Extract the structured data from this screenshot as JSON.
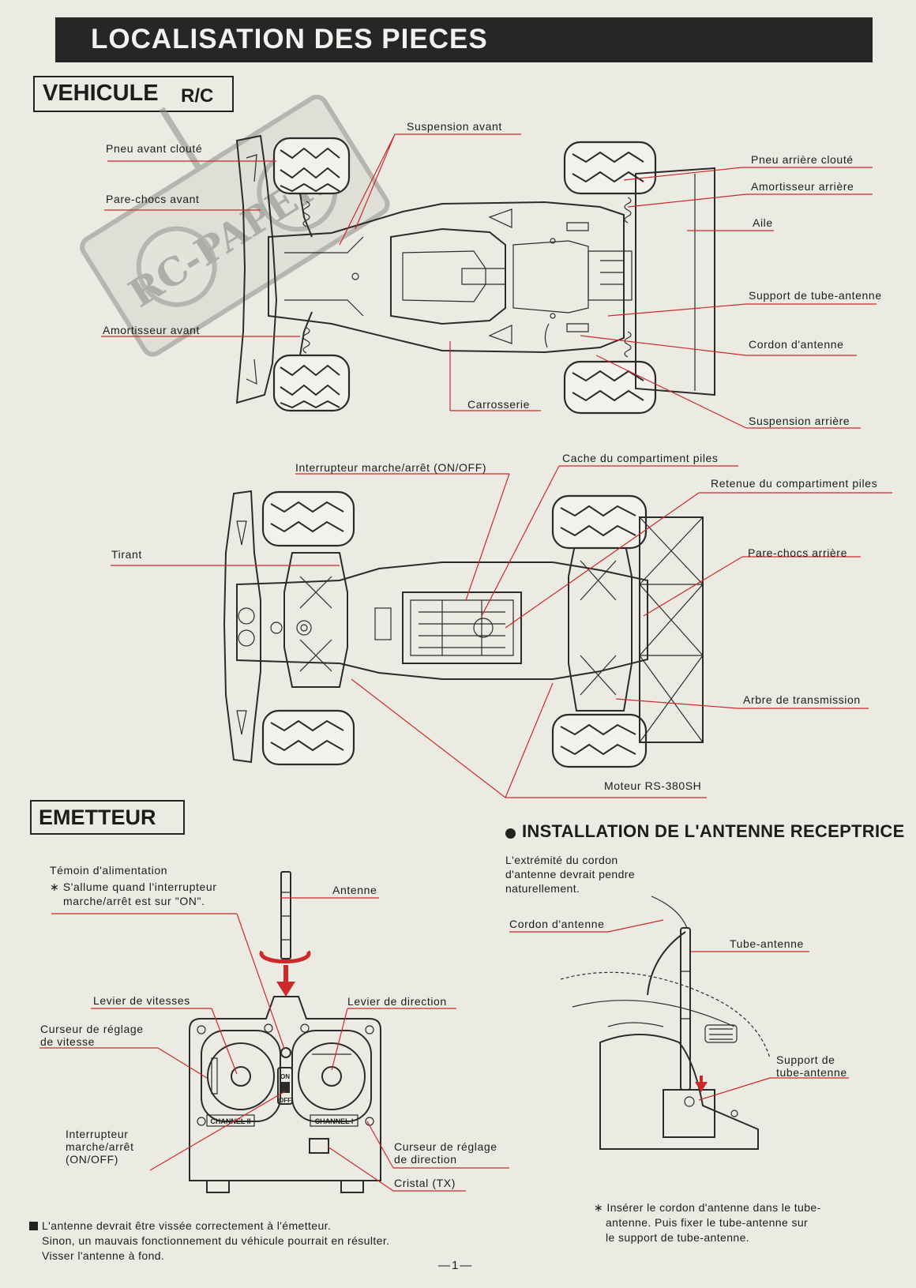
{
  "header": {
    "title": "LOCALISATION DES PIECES"
  },
  "vehicle": {
    "heading_main": "VEHICULE",
    "heading_rc": "R/C",
    "top_labels": {
      "pneu_avant": "Pneu avant clouté",
      "pare_chocs_avant": "Pare-chocs avant",
      "amortisseur_avant": "Amortisseur avant",
      "suspension_avant": "Suspension avant",
      "pneu_arriere": "Pneu arrière clouté",
      "amortisseur_arriere": "Amortisseur arrière",
      "aile": "Aile",
      "support_tube": "Support de tube-antenne",
      "cordon_antenne": "Cordon d'antenne",
      "carrosserie": "Carrosserie",
      "suspension_arriere": "Suspension arrière"
    },
    "bottom_labels": {
      "interrupteur": "Interrupteur marche/arrêt (ON/OFF)",
      "cache_piles": "Cache du compartiment piles",
      "retenue_piles": "Retenue du compartiment piles",
      "tirant": "Tirant",
      "pare_chocs_arriere": "Pare-chocs arrière",
      "arbre_transmission": "Arbre de transmission",
      "moteur": "Moteur RS-380SH"
    }
  },
  "emetteur": {
    "heading": "EMETTEUR",
    "temoin_title": "Témoin d'alimentation",
    "temoin_note_1": "∗ S'allume quand l'interrupteur",
    "temoin_note_2": "marche/arrêt est sur \"ON\".",
    "antenne": "Antenne",
    "levier_vitesses": "Levier de vitesses",
    "levier_direction": "Levier de direction",
    "curseur_vitesse_1": "Curseur de réglage",
    "curseur_vitesse_2": "de vitesse",
    "interrupteur_1": "Interrupteur",
    "interrupteur_2": "marche/arrêt",
    "interrupteur_3": "(ON/OFF)",
    "curseur_direction_1": "Curseur de réglage",
    "curseur_direction_2": "de direction",
    "cristal": "Cristal (TX)",
    "channel_left": "CHANNEL II",
    "channel_right": "CHANNEL I",
    "switch_on": "ON",
    "switch_off": "OFF",
    "note_1": "L'antenne devrait être vissée correctement à l'émetteur.",
    "note_2": "Sinon, un mauvais fonctionnement du véhicule pourrait en résulter.",
    "note_3": "Visser l'antenne à fond."
  },
  "installation": {
    "heading": "INSTALLATION DE L'ANTENNE RECEPTRICE",
    "intro_1": "L'extrémité du cordon",
    "intro_2": "d'antenne devrait pendre",
    "intro_3": "naturellement.",
    "cordon": "Cordon d'antenne",
    "tube": "Tube-antenne",
    "support_1": "Support de",
    "support_2": "tube-antenne",
    "note_1": "∗ Insérer le cordon d'antenne dans le tube-",
    "note_2": "antenne. Puis fixer le tube-antenne sur",
    "note_3": "le support de tube-antenne."
  },
  "watermark": "RC-PAPERS",
  "page_number": "—1—"
}
